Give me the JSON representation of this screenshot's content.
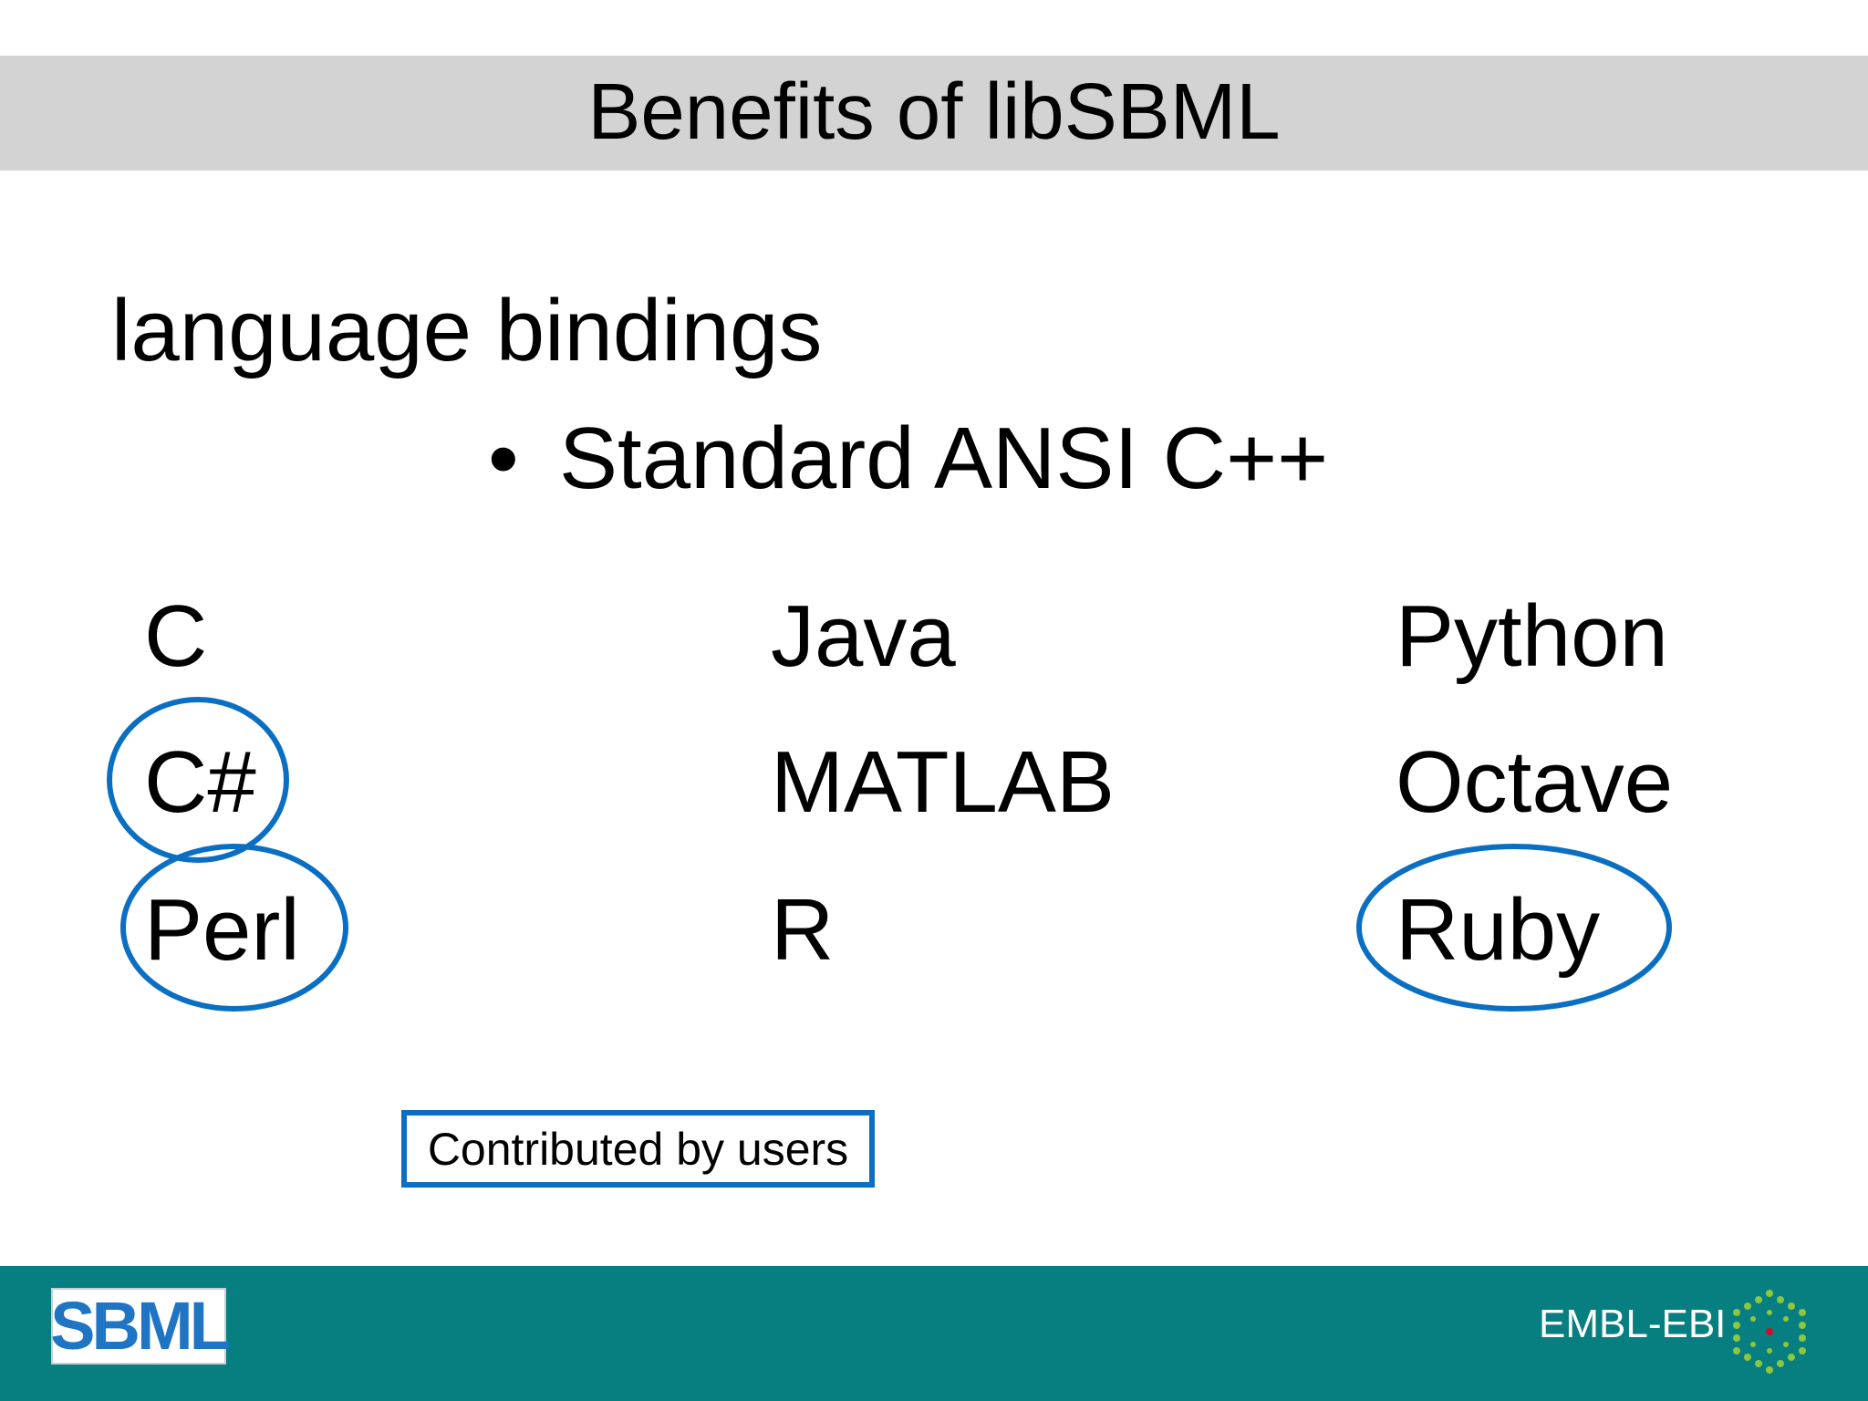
{
  "slide": {
    "title": "Benefits of libSBML",
    "heading": "language bindings",
    "bullet": {
      "symbol": "•",
      "text": "Standard ANSI C++"
    },
    "languages": {
      "row1": [
        "C",
        "Java",
        "Python"
      ],
      "row2": [
        "C#",
        "MATLAB",
        "Octave"
      ],
      "row3": [
        "Perl",
        "R",
        "Ruby"
      ]
    },
    "highlighted": [
      "C#",
      "Perl",
      "Ruby"
    ],
    "contributed_label": "Contributed by users"
  },
  "footer": {
    "left_logo": "SBML",
    "right_logo_text": "EMBL-EBI"
  },
  "colors": {
    "title_bar": "#d3d3d3",
    "highlight": "#0a6fc2",
    "footer": "#077f80"
  }
}
